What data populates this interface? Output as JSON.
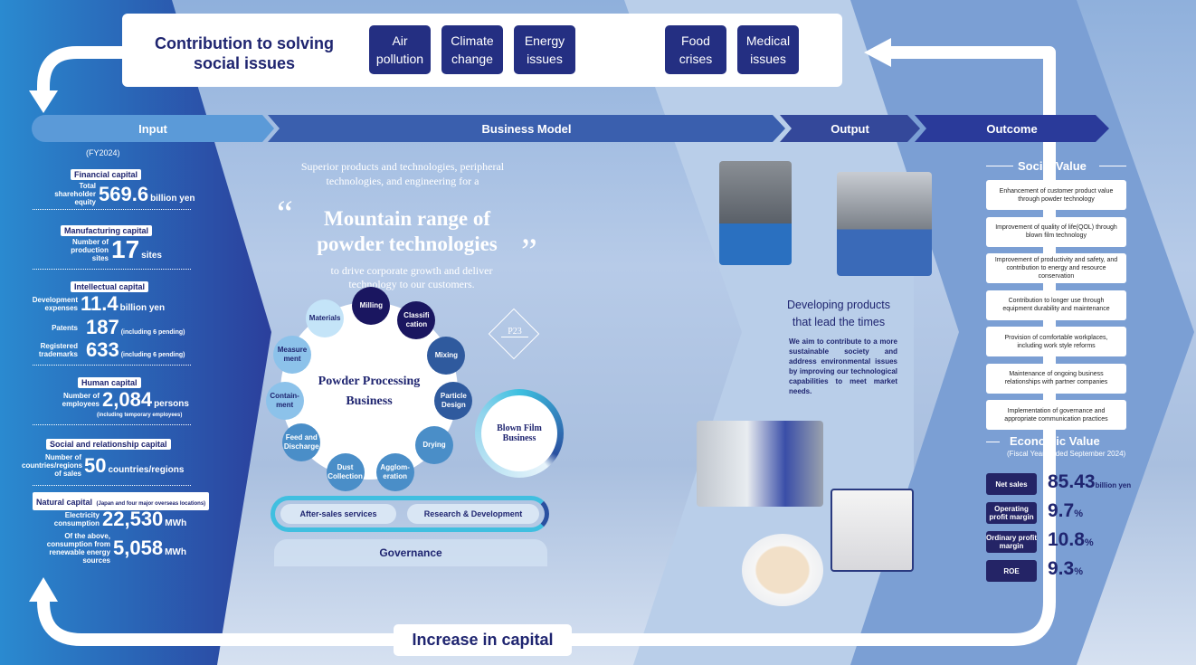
{
  "top": {
    "title": "Contribution to solving social issues",
    "issues": [
      "Air pollution",
      "Climate change",
      "Energy issues",
      "Food crises",
      "Medical issues"
    ]
  },
  "header": {
    "input": "Input",
    "business_model": "Business Model",
    "output": "Output",
    "outcome": "Outcome"
  },
  "input": {
    "fy": "(FY2024)",
    "financial": {
      "title": "Financial capital",
      "label": "Total shareholder equity",
      "value": "569.6",
      "unit": "billion yen"
    },
    "manufacturing": {
      "title": "Manufacturing capital",
      "label": "Number of production sites",
      "value": "17",
      "unit": "sites"
    },
    "intellectual": {
      "title": "Intellectual capital",
      "dev_label": "Development expenses",
      "dev_value": "11.4",
      "dev_unit": "billion yen",
      "pat_label": "Patents",
      "pat_value": "187",
      "pat_note": "(including 6 pending)",
      "tm_label": "Registered trademarks",
      "tm_value": "633",
      "tm_note": "(including 6 pending)"
    },
    "human": {
      "title": "Human capital",
      "label": "Number of employees",
      "value": "2,084",
      "unit": "persons",
      "note": "(including temporary employees)"
    },
    "social": {
      "title": "Social and relationship capital",
      "label": "Number of countries/regions of sales",
      "value": "50",
      "unit": "countries/regions"
    },
    "natural": {
      "title": "Natural capital",
      "note": "(Japan and four major overseas locations)",
      "elec_label": "Electricity consumption",
      "elec_value": "22,530",
      "elec_unit": "MWh",
      "ren_label": "Of the above, consumption from renewable energy sources",
      "ren_value": "5,058",
      "ren_unit": "MWh"
    }
  },
  "business": {
    "intro": "Superior products and technologies, peripheral technologies, and engineering for a",
    "quote_open": "“",
    "quote_close": "”",
    "headline1": "Mountain range of",
    "headline2": "powder technologies",
    "sub": "to drive corporate growth and deliver technology to our customers.",
    "page_ref": "P23",
    "powder": "Powder Processing Business",
    "nodes": [
      "Milling",
      "Classifi cation",
      "Mixing",
      "Particle Design",
      "Drying",
      "Agglom- eration",
      "Dust Collection",
      "Feed and Discharge",
      "Contain- ment",
      "Measure ment",
      "Materials"
    ],
    "blown": "Blown Film Business",
    "after_sales": "After-sales services",
    "rnd": "Research & Development",
    "governance": "Governance"
  },
  "output": {
    "title": "Developing products that lead the times",
    "body": "We aim to contribute to a more sustainable society and address environmental issues by improving our technological capabilities to meet market needs."
  },
  "outcome": {
    "social_title": "Social Value",
    "social": [
      "Enhancement of customer product value through powder technology",
      "Improvement of quality of life(QOL) through blown film technology",
      "Improvement of productivity and safety, and contribution to energy and resource conservation",
      "Contribution to longer use through equipment durability and maintenance",
      "Provision of comfortable workplaces, including work style reforms",
      "Maintenance of ongoing business relationships with partner companies",
      "Implementation of governance and appropriate communication practices"
    ],
    "econ_title": "Economic Value",
    "econ_sub": "(Fiscal Year Ended September 2024)",
    "econ": [
      {
        "label": "Net sales",
        "value": "85.43",
        "unit": "billion yen"
      },
      {
        "label": "Operating profit margin",
        "value": "9.7",
        "unit": "%"
      },
      {
        "label": "Ordinary profit margin",
        "value": "10.8",
        "unit": "%"
      },
      {
        "label": "ROE",
        "value": "9.3",
        "unit": "%"
      }
    ]
  },
  "bottom": {
    "label": "Increase in capital"
  },
  "colors": {
    "navy": "#1f2570",
    "issue": "#242f82"
  }
}
